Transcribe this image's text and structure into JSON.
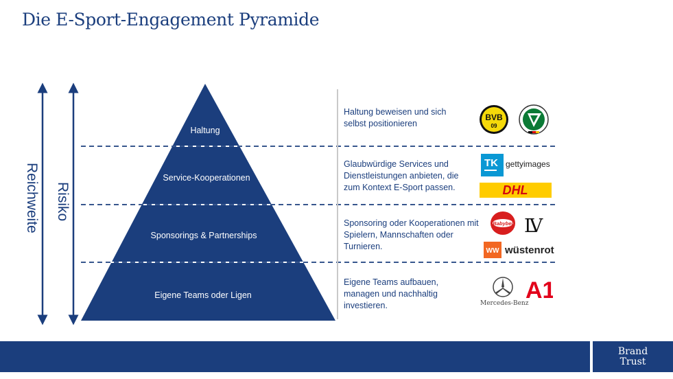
{
  "title": "Die E-Sport-Engagement Pyramide",
  "axes": {
    "reichweite": "Reichweite",
    "risiko": "Risiko"
  },
  "pyramid": {
    "color": "#1b3e7d",
    "levels": [
      {
        "label": "Haltung",
        "description": "Haltung beweisen und sich selbst positionieren"
      },
      {
        "label": "Service-Kooperationen",
        "description": "Glaubwürdige Services und Dienstleistungen anbieten, die zum Kontext E-Sport passen."
      },
      {
        "label": "Sponsorings & Partnerships",
        "description": "Sponsoring oder Kooperationen mit Spielern, Mannschaften oder Turnieren."
      },
      {
        "label": "Eigene Teams oder Ligen",
        "description": "Eigene Teams aufbauen, managen und nachhaltig investieren."
      }
    ]
  },
  "logos": {
    "bvb": {
      "text": "BVB",
      "year": "09"
    },
    "gettyimages": "gettyimages",
    "tk": "TK",
    "dhl": "DHL",
    "babybel": "Babybel",
    "lv": "LV",
    "ww": "WW",
    "wuestenrot": "wüstenrot",
    "mercedes": "Mercedes-Benz",
    "a1": "A1"
  },
  "footer": {
    "brand_line1": "Brand",
    "brand_line2": "Trust"
  }
}
